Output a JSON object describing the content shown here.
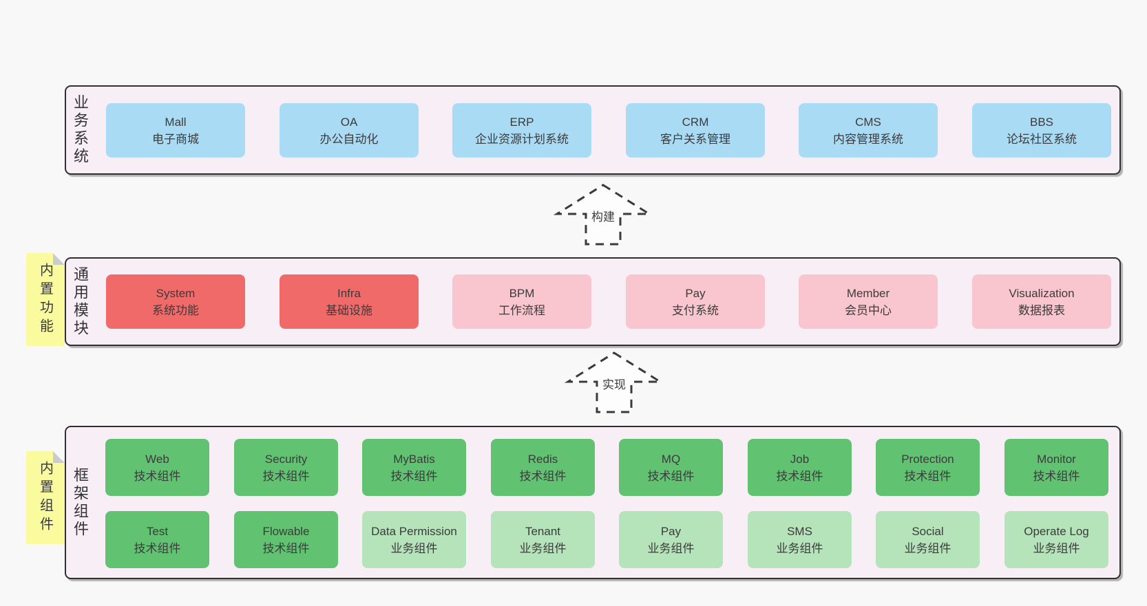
{
  "colors": {
    "page_background": "#f8f8f8",
    "panel_background": "#f8eef6",
    "panel_border": "#2f2f2f",
    "box_blue": "#a9dbf5",
    "box_red": "#f16a6a",
    "box_pink": "#f9c6cf",
    "box_green_dark": "#61c272",
    "box_green_light": "#b5e3ba",
    "sticky_yellow": "#fafa9f",
    "sticky_fold_gray": "#cbcbcb",
    "text": "#3b3b3b"
  },
  "arrows": [
    {
      "label": "构建"
    },
    {
      "label": "实现"
    }
  ],
  "panels": [
    {
      "label": "业务系统",
      "boxes": [
        {
          "name": "Mall",
          "desc": "电子商城"
        },
        {
          "name": "OA",
          "desc": "办公自动化"
        },
        {
          "name": "ERP",
          "desc": "企业资源计划系统"
        },
        {
          "name": "CRM",
          "desc": "客户关系管理"
        },
        {
          "name": "CMS",
          "desc": "内容管理系统"
        },
        {
          "name": "BBS",
          "desc": "论坛社区系统"
        }
      ]
    },
    {
      "label": "通用模块",
      "sticky": "内置功能",
      "boxes": [
        {
          "name": "System",
          "desc": "系统功能"
        },
        {
          "name": "Infra",
          "desc": "基础设施"
        },
        {
          "name": "BPM",
          "desc": "工作流程"
        },
        {
          "name": "Pay",
          "desc": "支付系统"
        },
        {
          "name": "Member",
          "desc": "会员中心"
        },
        {
          "name": "Visualization",
          "desc": "数据报表"
        }
      ]
    },
    {
      "label": "框架组件",
      "sticky": "内置组件",
      "rows": [
        [
          {
            "name": "Web",
            "desc": "技术组件"
          },
          {
            "name": "Security",
            "desc": "技术组件"
          },
          {
            "name": "MyBatis",
            "desc": "技术组件"
          },
          {
            "name": "Redis",
            "desc": "技术组件"
          },
          {
            "name": "MQ",
            "desc": "技术组件"
          },
          {
            "name": "Job",
            "desc": "技术组件"
          },
          {
            "name": "Protection",
            "desc": "技术组件"
          },
          {
            "name": "Monitor",
            "desc": "技术组件"
          }
        ],
        [
          {
            "name": "Test",
            "desc": "技术组件"
          },
          {
            "name": "Flowable",
            "desc": "技术组件"
          },
          {
            "name": "Data Permission",
            "desc": "业务组件"
          },
          {
            "name": "Tenant",
            "desc": "业务组件"
          },
          {
            "name": "Pay",
            "desc": "业务组件"
          },
          {
            "name": "SMS",
            "desc": "业务组件"
          },
          {
            "name": "Social",
            "desc": "业务组件"
          },
          {
            "name": "Operate Log",
            "desc": "业务组件"
          }
        ]
      ]
    }
  ]
}
